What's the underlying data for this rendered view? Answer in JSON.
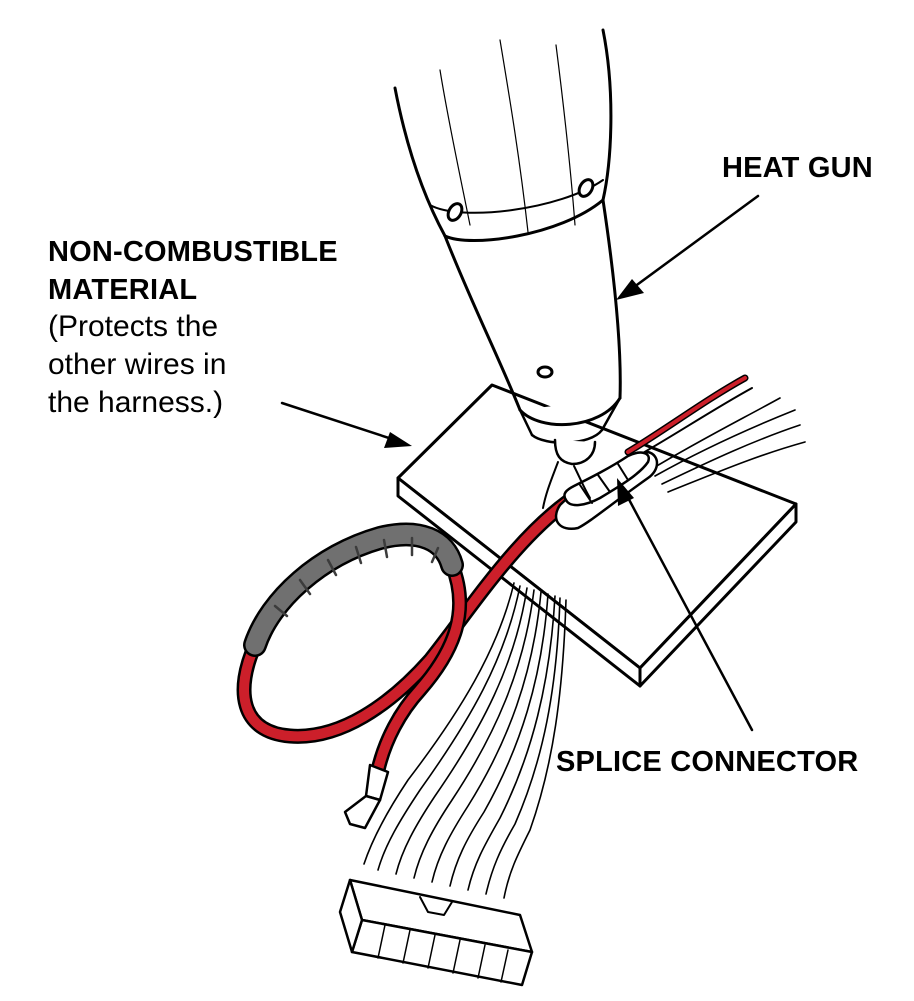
{
  "labels": {
    "heat_gun": "HEAT GUN",
    "non_combustible_title_line1": "NON-COMBUSTIBLE",
    "non_combustible_title_line2": "MATERIAL",
    "non_combustible_note_line1": "(Protects the",
    "non_combustible_note_line2": "other wires in",
    "non_combustible_note_line3": "the harness.)",
    "splice_connector": "SPLICE CONNECTOR"
  },
  "colors": {
    "line": "#000000",
    "wire_red": "#cc1f2a",
    "sleeve_gray": "#707070",
    "background": "#ffffff"
  }
}
